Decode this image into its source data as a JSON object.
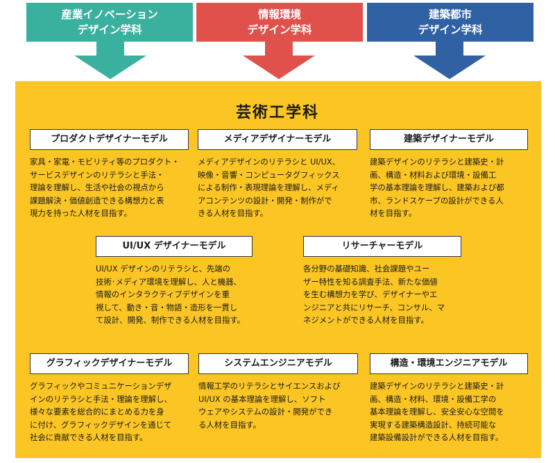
{
  "colors": {
    "dept1": "#3ab09e",
    "dept2": "#e0514b",
    "dept3": "#2f61a3",
    "panel": "#fbc524"
  },
  "departments": [
    {
      "lines": [
        "産業イノベーション",
        "デザイン学科"
      ]
    },
    {
      "lines": [
        "情報環境",
        "デザイン学科"
      ]
    },
    {
      "lines": [
        "建築都市",
        "デザイン学科"
      ]
    }
  ],
  "main": {
    "title": "芸術工学科"
  },
  "models": [
    {
      "title": "プロダクトデザイナーモデル",
      "lines": [
        "家具・家電・モビリティ等のプロダクト・",
        "サービスデザインのリテラシと手法・",
        "理論を理解し、生活や社会の視点から",
        "課題解決・価値創造できる構想力と表",
        "現力を持った人材を目指す。"
      ]
    },
    {
      "title": "メディアデザイナーモデル",
      "lines": [
        "メディアデザインのリテラシと UI/UX、",
        "映像・音響・コンピュータグフィックス",
        "による制作・表現理論を理解し、メディ",
        "アコンテンツの設計・開発・制作がで",
        "きる人材を目指す。"
      ]
    },
    {
      "title": "建築デザイナーモデル",
      "lines": [
        "建築デザインのリテラシと建築史・計",
        "画、構造・材料および環境・設備工",
        "学の基本理論を理解し、建築および都",
        "市、ランドスケープの設計ができる人",
        "材を目指す。"
      ]
    },
    {
      "title": "UI/UX デザイナーモデル",
      "lines": [
        "UI/UX デザインのリテラシと、先端の",
        "技術･メディア環境を理解し、人と機器、",
        "情報のインタラクティブデザインを重",
        "視して、動き・音・物語・造形を一貫し",
        "て設計、開発、制作できる人材を目指す。"
      ]
    },
    {
      "title": "リサーチャーモデル",
      "lines": [
        "各分野の基礎知識、社会課題やユー",
        "ザー特性を知る調査手法、新たな価値",
        "を生む構想力を学び、デザイナーやエ",
        "ンジニアと共にリサーチ、コンサル、マ",
        "ネジメントができる人材を目指す。"
      ]
    },
    {
      "title": "グラフィックデザイナーモデル",
      "lines": [
        "グラフィックやコミュニケーションデザ",
        "インのリテラシと手法・理論を理解し、",
        "様々な要素を総合的にまとめる力を身",
        "に付け、グラフィックデザインを通じて",
        "社会に貢献できる人材を目指す。"
      ]
    },
    {
      "title": "システムエンジニアモデル",
      "lines": [
        "情報工学のリテラシとサイエンスおよび",
        "UI/UX の基本理論を理解し、ソフト",
        "ウェアやシステムの設計・開発ができ",
        "る人材を目指す。"
      ]
    },
    {
      "title": "構造・環境エンジニアモデル",
      "lines": [
        "建築デザインのリテラシと建築史・計",
        "画、構造・材料、環境・設備工学の",
        "基本理論を理解し、安全安心な空間を",
        "実現する建築構造設計、持続可能な",
        "建築設備設計ができる人材を目指す。"
      ]
    }
  ]
}
